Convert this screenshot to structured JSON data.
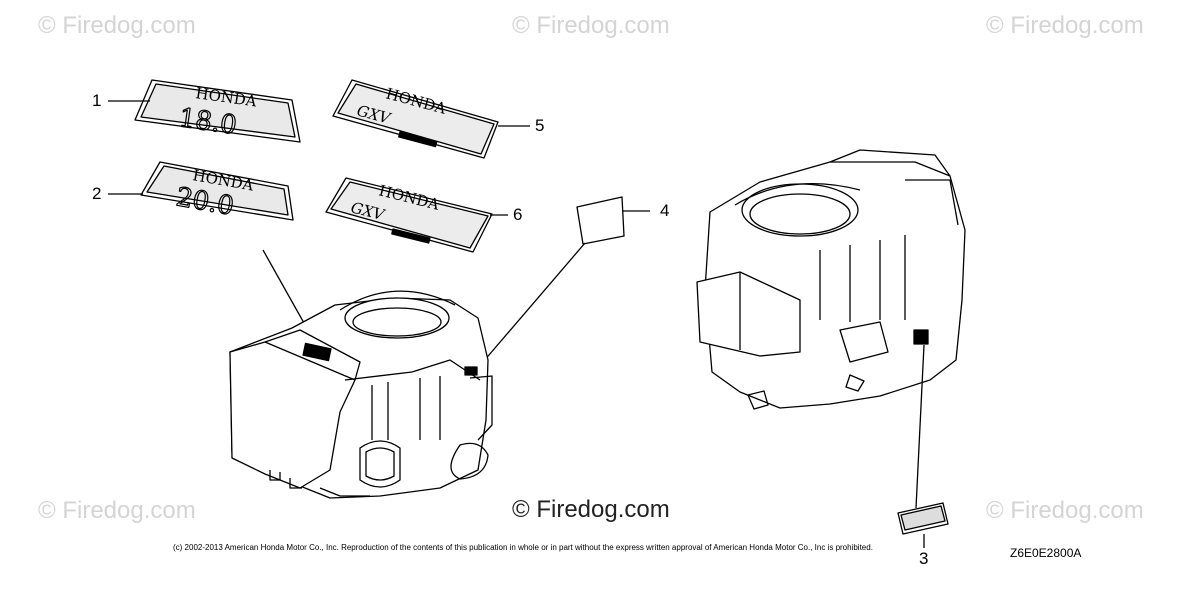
{
  "watermark": "© Firedog.com",
  "center_watermark": "© Firedog.com",
  "callouts": [
    "1",
    "2",
    "3",
    "4",
    "5",
    "6"
  ],
  "emblems": {
    "brand": "HONDA",
    "emblem1_value": "18.0",
    "emblem2_value": "20.0",
    "model_label": "GXV"
  },
  "copyright": "(c) 2002-2013 American Honda Motor Co., Inc. Reproduction of the contents of this publication in whole or in part without the express written approval of American Honda Motor Co., Inc is prohibited.",
  "diagram_code": "Z6E0E2800A"
}
